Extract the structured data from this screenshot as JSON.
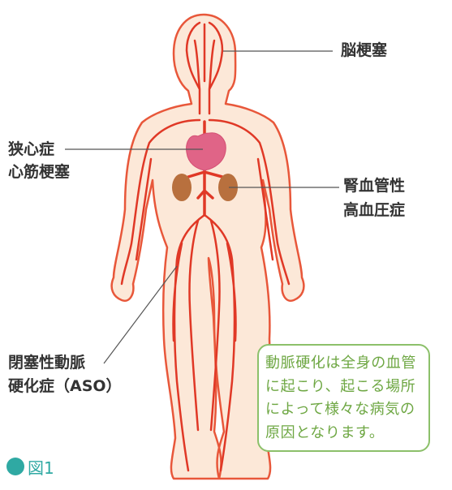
{
  "labels": {
    "brain": "脳梗塞",
    "heart_1": "狭心症",
    "heart_2": "心筋梗塞",
    "kidney_1": "腎血管性",
    "kidney_2": "高血圧症",
    "leg_1": "閉塞性動脈",
    "leg_2": "硬化症（ASO）"
  },
  "note": "動脈硬化は全身の血管に起こり、起こる場所によって様々な病気の原因となります。",
  "caption": "図1",
  "colors": {
    "skin": "#fce8d8",
    "outline": "#e8573a",
    "artery": "#e03826",
    "heart": "#e06487",
    "kidney": "#b8703e",
    "note_border": "#8cc06a",
    "caption": "#2fa9a3"
  }
}
